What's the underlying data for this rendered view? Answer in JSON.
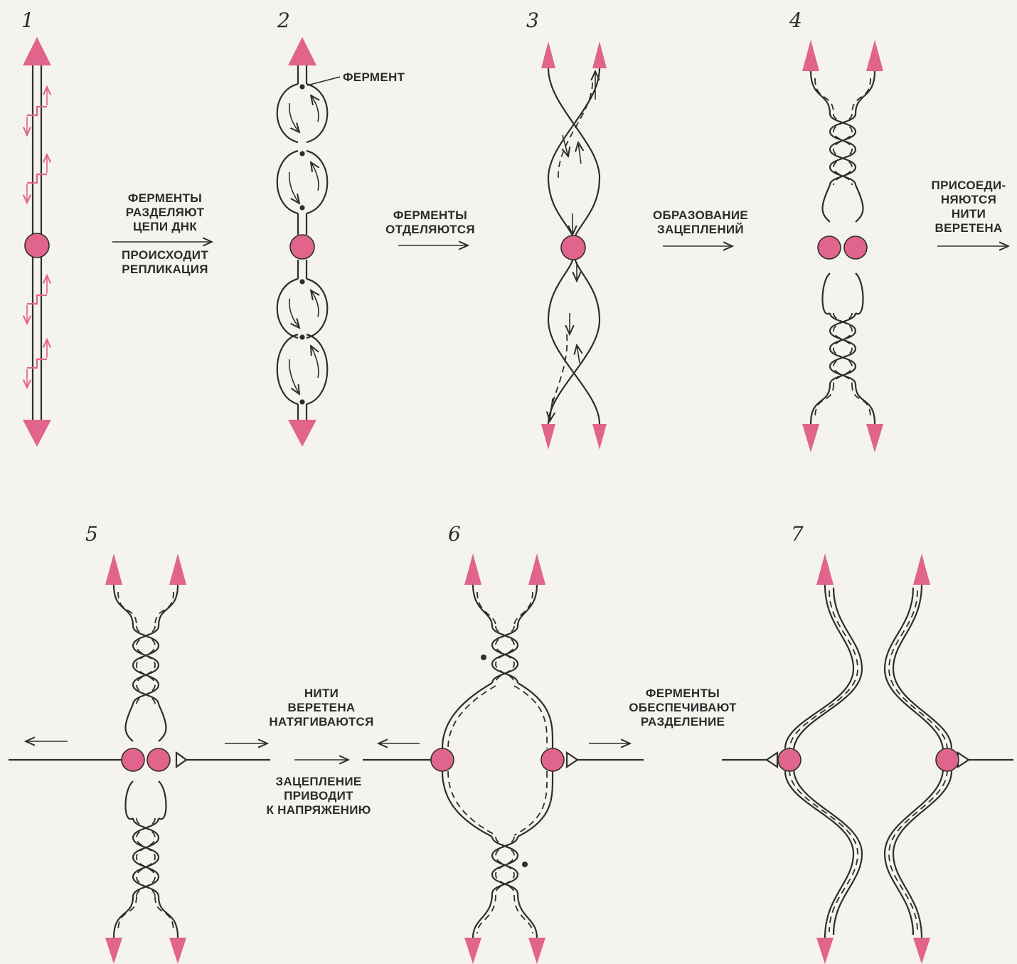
{
  "colors": {
    "pink": "#e0648b",
    "pink_dark": "#b83e66",
    "ink": "#2e2e2e",
    "paper": "#f5f3ee"
  },
  "stages": [
    {
      "number": "1"
    },
    {
      "number": "2",
      "enzyme_label": "ФЕРМЕНТ"
    },
    {
      "number": "3"
    },
    {
      "number": "4"
    },
    {
      "number": "5"
    },
    {
      "number": "6"
    },
    {
      "number": "7"
    }
  ],
  "transitions": {
    "t1": {
      "top": [
        "ФЕРМЕНТЫ",
        "РАЗДЕЛЯЮТ",
        "ЦЕПИ ДНК"
      ],
      "bottom": [
        "ПРОИСХОДИТ",
        "РЕПЛИКАЦИЯ"
      ]
    },
    "t2": [
      "ФЕРМЕНТЫ",
      "ОТДЕЛЯЮТСЯ"
    ],
    "t3": [
      "ОБРАЗОВАНИЕ",
      "ЗАЦЕПЛЕНИЙ"
    ],
    "t4": [
      "ПРИСОЕДИ-",
      "НЯЮТСЯ",
      "НИТИ",
      "ВЕРЕТЕНА"
    ],
    "t5": {
      "top": [
        "НИТИ",
        "ВЕРЕТЕНА",
        "НАТЯГИВАЮТСЯ"
      ],
      "bottom": [
        "ЗАЦЕПЛЕНИЕ",
        "ПРИВОДИТ",
        "К НАПРЯЖЕНИЮ"
      ]
    },
    "t6": [
      "ФЕРМЕНТЫ",
      "ОБЕСПЕЧИВАЮТ",
      "РАЗДЕЛЕНИЕ"
    ]
  }
}
